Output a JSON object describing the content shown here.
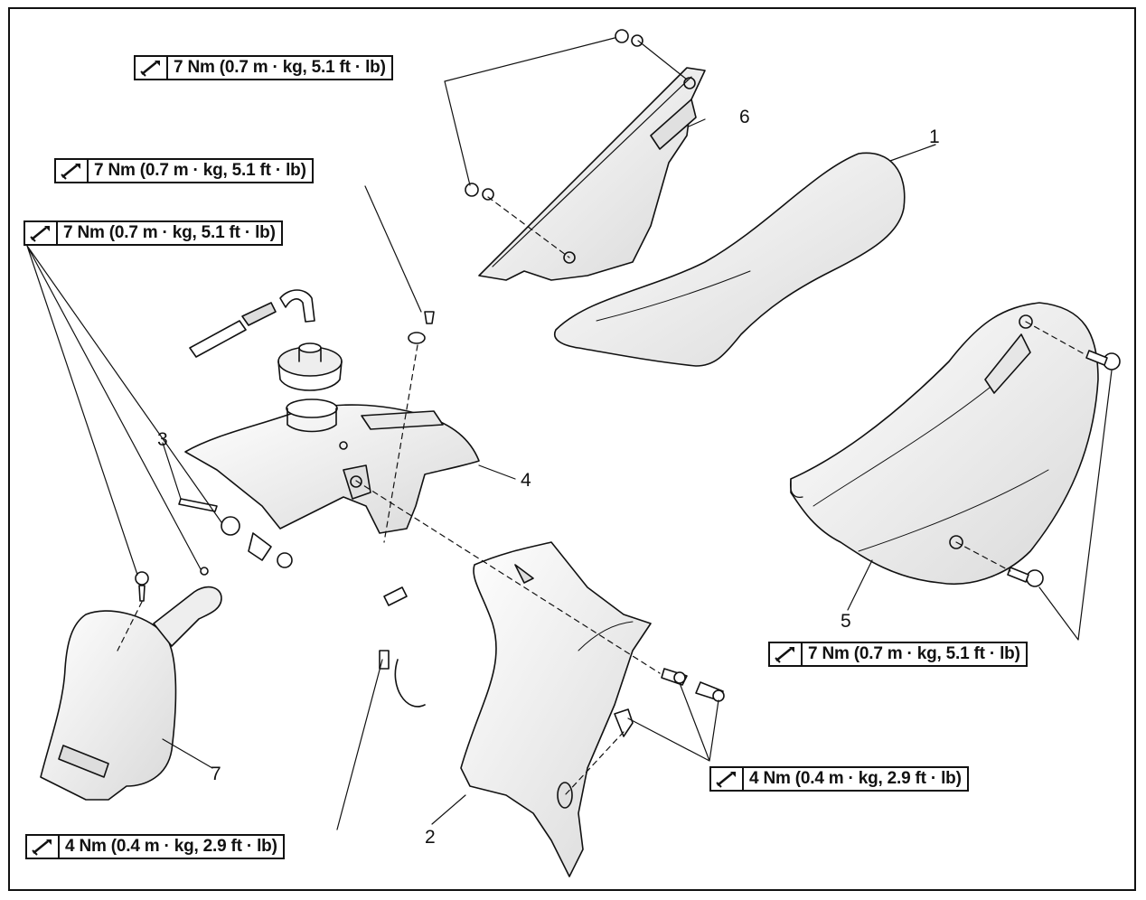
{
  "parts": [
    {
      "number": "1"
    },
    {
      "number": "2"
    },
    {
      "number": "3"
    },
    {
      "number": "4"
    },
    {
      "number": "5"
    },
    {
      "number": "6"
    },
    {
      "number": "7"
    }
  ],
  "torque_specs": [
    {
      "text": "7 Nm (0.7 m · kg, 5.1 ft · lb)"
    },
    {
      "text": "7 Nm (0.7 m · kg, 5.1 ft · lb)"
    },
    {
      "text": "7 Nm (0.7 m · kg, 5.1 ft · lb)"
    },
    {
      "text": "7 Nm (0.7 m · kg, 5.1 ft · lb)"
    },
    {
      "text": "4 Nm (0.4 m · kg, 2.9 ft · lb)"
    },
    {
      "text": "4 Nm (0.4 m · kg, 2.9 ft · lb)"
    }
  ],
  "icons": {
    "torque": "torque-wrench-icon"
  },
  "colors": {
    "line": "#111111",
    "background": "#ffffff",
    "shade": "#d8d8d8"
  }
}
